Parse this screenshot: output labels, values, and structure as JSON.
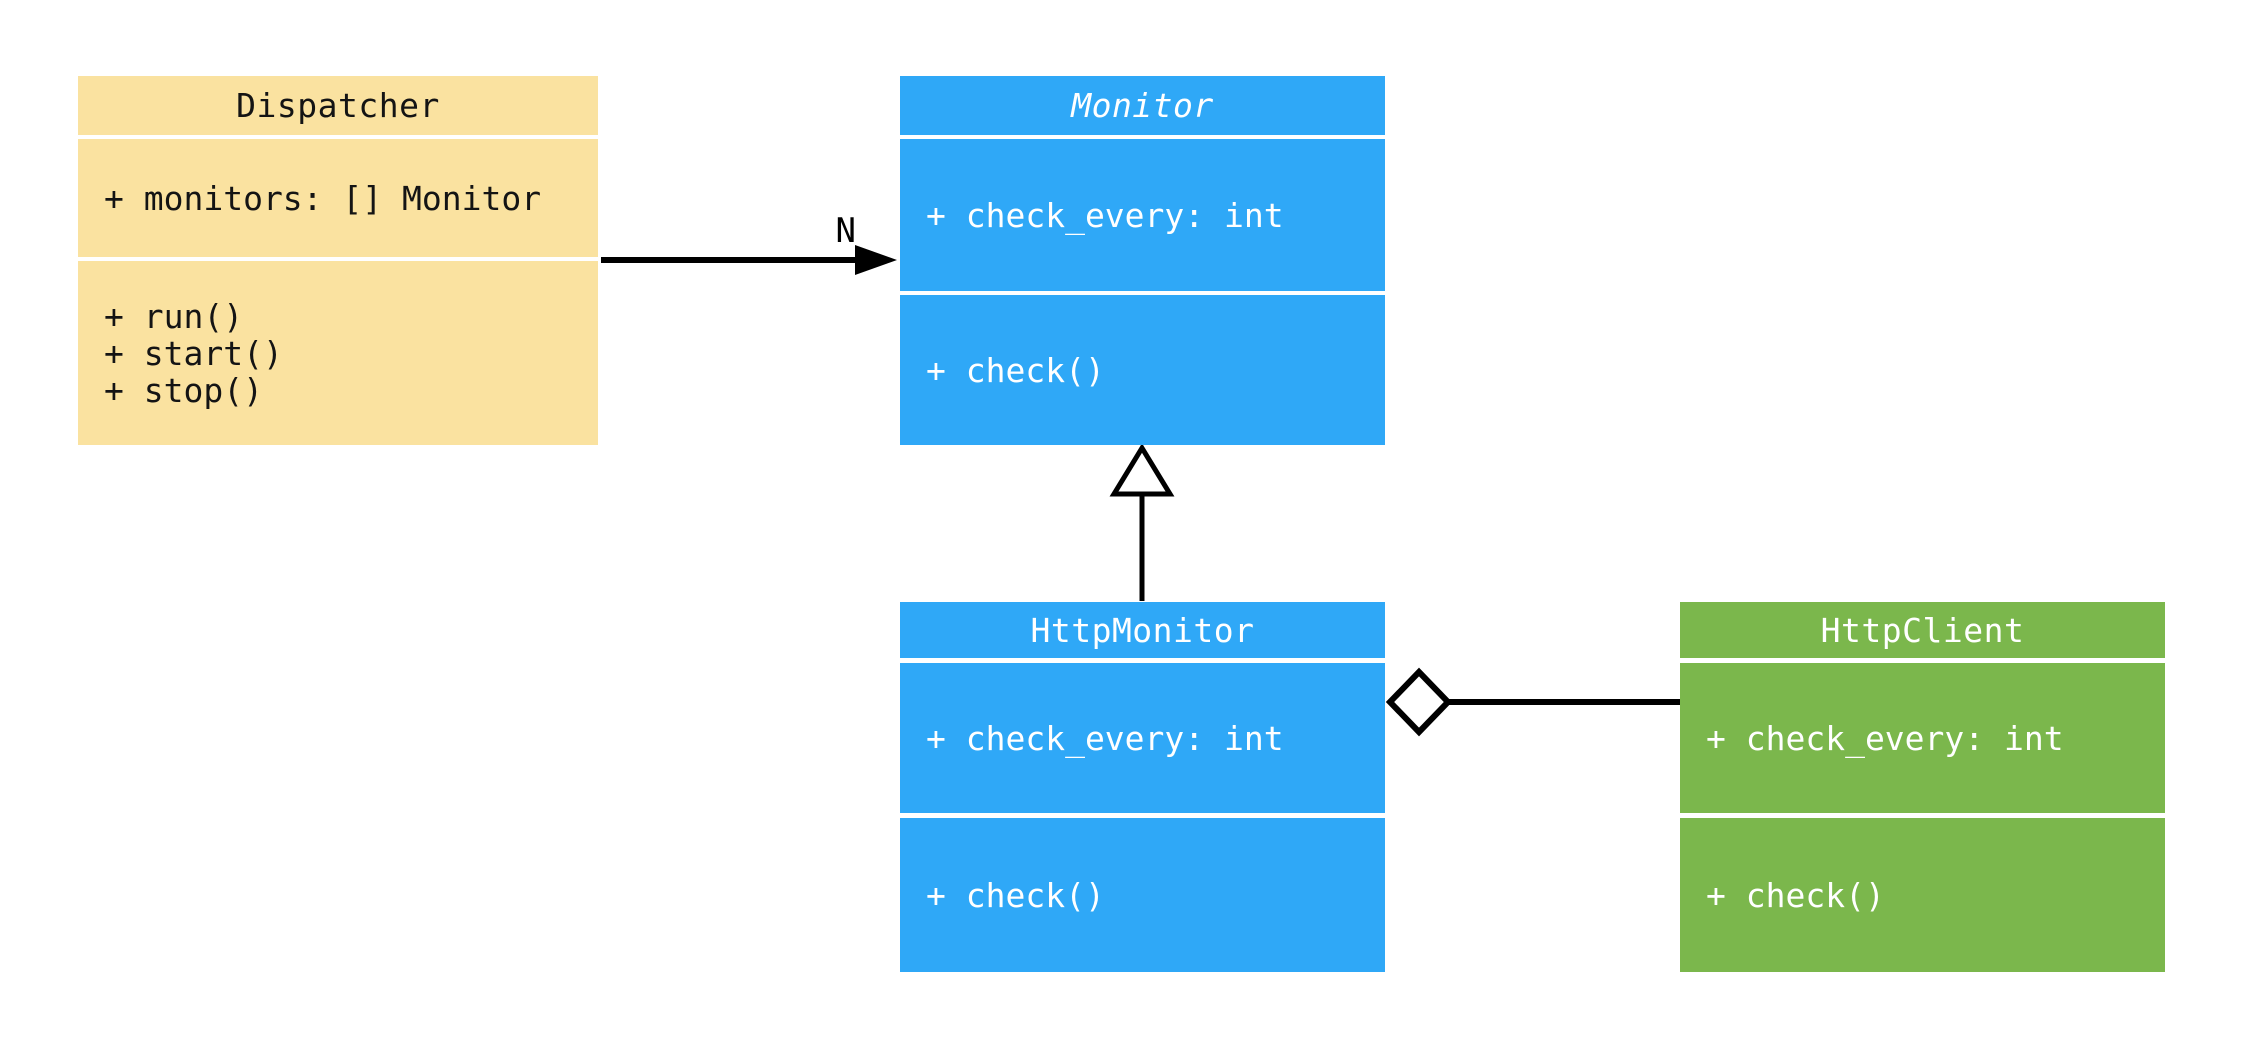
{
  "diagram": {
    "kind": "UML class diagram",
    "background_color": "#ffffff",
    "connector_color": "#000000"
  },
  "palette": {
    "dispatcher_fill": "#fae2a0",
    "monitor_fill": "#2fa8f7",
    "http_monitor_fill": "#2fa8f7",
    "http_client_fill": "#7bb74c",
    "dispatcher_text": "#141414",
    "blue_green_text": "#ffffff"
  },
  "classes": {
    "dispatcher": {
      "name": "Dispatcher",
      "attributes": [
        "+ monitors: [] Monitor"
      ],
      "methods": [
        "+ run()",
        "+ start()",
        "+ stop()"
      ]
    },
    "monitor": {
      "name": "Monitor",
      "abstract": true,
      "attributes": [
        "+ check_every: int"
      ],
      "methods": [
        "+ check()"
      ]
    },
    "http_monitor": {
      "name": "HttpMonitor",
      "attributes": [
        "+ check_every: int"
      ],
      "methods": [
        "+ check()"
      ]
    },
    "http_client": {
      "name": "HttpClient",
      "attributes": [
        "+ check_every: int"
      ],
      "methods": [
        "+ check()"
      ]
    }
  },
  "relationships": {
    "dispatcher_to_monitor": {
      "type": "directed association",
      "from": "Dispatcher",
      "to": "Monitor",
      "label": "N"
    },
    "http_monitor_to_monitor": {
      "type": "generalization",
      "from": "HttpMonitor",
      "to": "Monitor"
    },
    "http_monitor_to_http_client": {
      "type": "aggregation",
      "from": "HttpMonitor",
      "to": "HttpClient"
    }
  }
}
